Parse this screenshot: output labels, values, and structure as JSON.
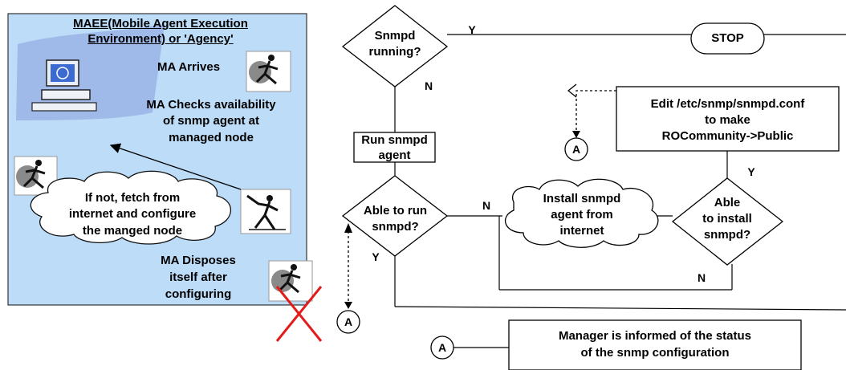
{
  "agency_box": {
    "title_line1": "MAEE(Mobile Agent Execution",
    "title_line2": "Environment) or 'Agency'",
    "ma_arrives": "MA Arrives",
    "ma_checks_1": "MA Checks availability",
    "ma_checks_2": "of snmp agent at",
    "ma_checks_3": "managed node",
    "fetch_1": "If not, fetch from",
    "fetch_2": "internet and configure",
    "fetch_3": "the manged node",
    "disposes_1": "MA Disposes",
    "disposes_2": "itself after",
    "disposes_3": "configuring",
    "box_color": "#bcdcf7"
  },
  "flow": {
    "snmpd_running_1": "Snmpd",
    "snmpd_running_2": "running?",
    "stop": "STOP",
    "run_agent_1": "Run snmpd",
    "run_agent_2": "agent",
    "able_run_1": "Able to run",
    "able_run_2": "snmpd?",
    "install_1": "Install snmpd",
    "install_2": "agent from",
    "install_3": "internet",
    "able_install_1": "Able",
    "able_install_2": "to install",
    "able_install_3": "snmpd?",
    "edit_1": "Edit /etc/snmp/snmpd.conf",
    "edit_2": "to make",
    "edit_3": "ROCommunity->Public",
    "manager_1": "Manager is informed of the status",
    "manager_2": "of the snmp configuration",
    "connector": "A",
    "y": "Y",
    "n": "N"
  },
  "colors": {
    "cross": "#e31b1b"
  }
}
